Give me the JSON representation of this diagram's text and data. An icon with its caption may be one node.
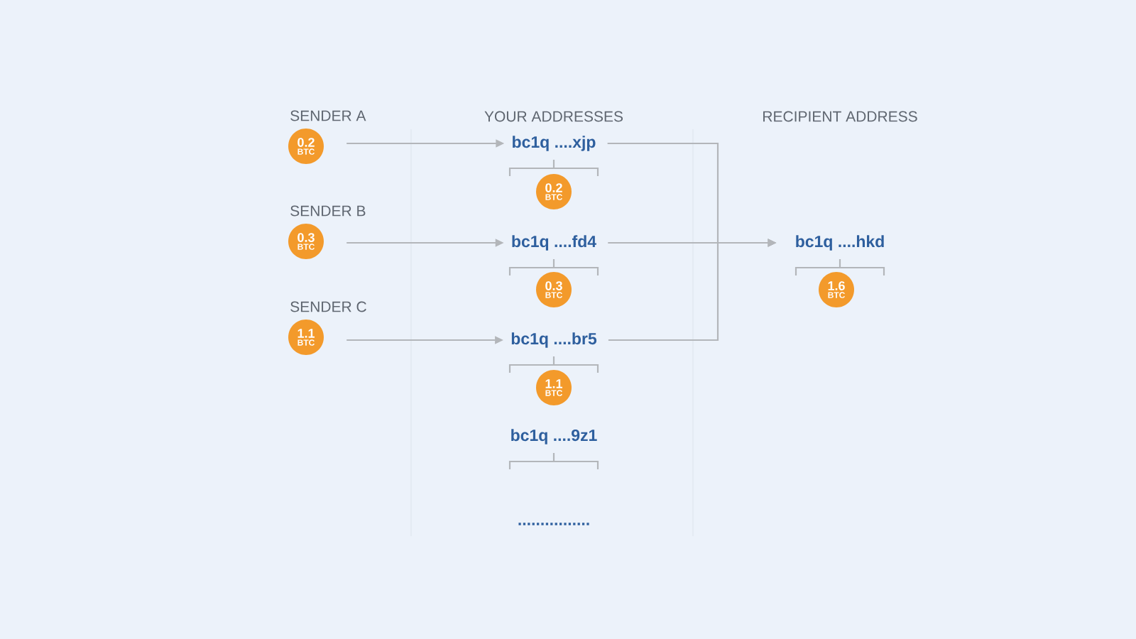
{
  "diagram": {
    "nodes": [
      {
        "text": [
          "SENDER A",
          "0.2",
          "BTC"
        ]
      },
      {
        "text": [
          "SENDER B",
          "0.3",
          "BTC"
        ]
      },
      {
        "text": [
          "SENDER C",
          "1.1",
          "BTC"
        ]
      },
      {
        "text": [
          "bc1q ....xjp"
        ]
      },
      {
        "text": [
          "bc1q ....fd4"
        ]
      },
      {
        "text": [
          "bc1q ....br5"
        ]
      },
      {
        "text": [
          "bc1q ....9z1"
        ]
      },
      {
        "text": [
          "bc1q ....hkd"
        ]
      },
      {
        "text": [
          "0.2",
          "BTC"
        ]
      },
      {
        "text": [
          "0.3",
          "BTC"
        ]
      },
      {
        "text": [
          "1.1",
          "BTC"
        ]
      },
      {
        "text": [
          "1.6",
          "BTC"
        ]
      }
    ],
    "edges": [
      {
        "from": 0,
        "to": 3,
        "arrow": "to"
      },
      {
        "from": 1,
        "to": 4,
        "arrow": "to"
      },
      {
        "from": 2,
        "to": 5,
        "arrow": "to"
      },
      {
        "from": 3,
        "to": 7,
        "arrow": "to"
      },
      {
        "from": 4,
        "to": 7,
        "arrow": "to"
      },
      {
        "from": 5,
        "to": 7,
        "arrow": "to"
      }
    ],
    "labels": [
      "YOUR ADDRESSES",
      "RECIPIENT ADDRESS",
      "................"
    ]
  }
}
